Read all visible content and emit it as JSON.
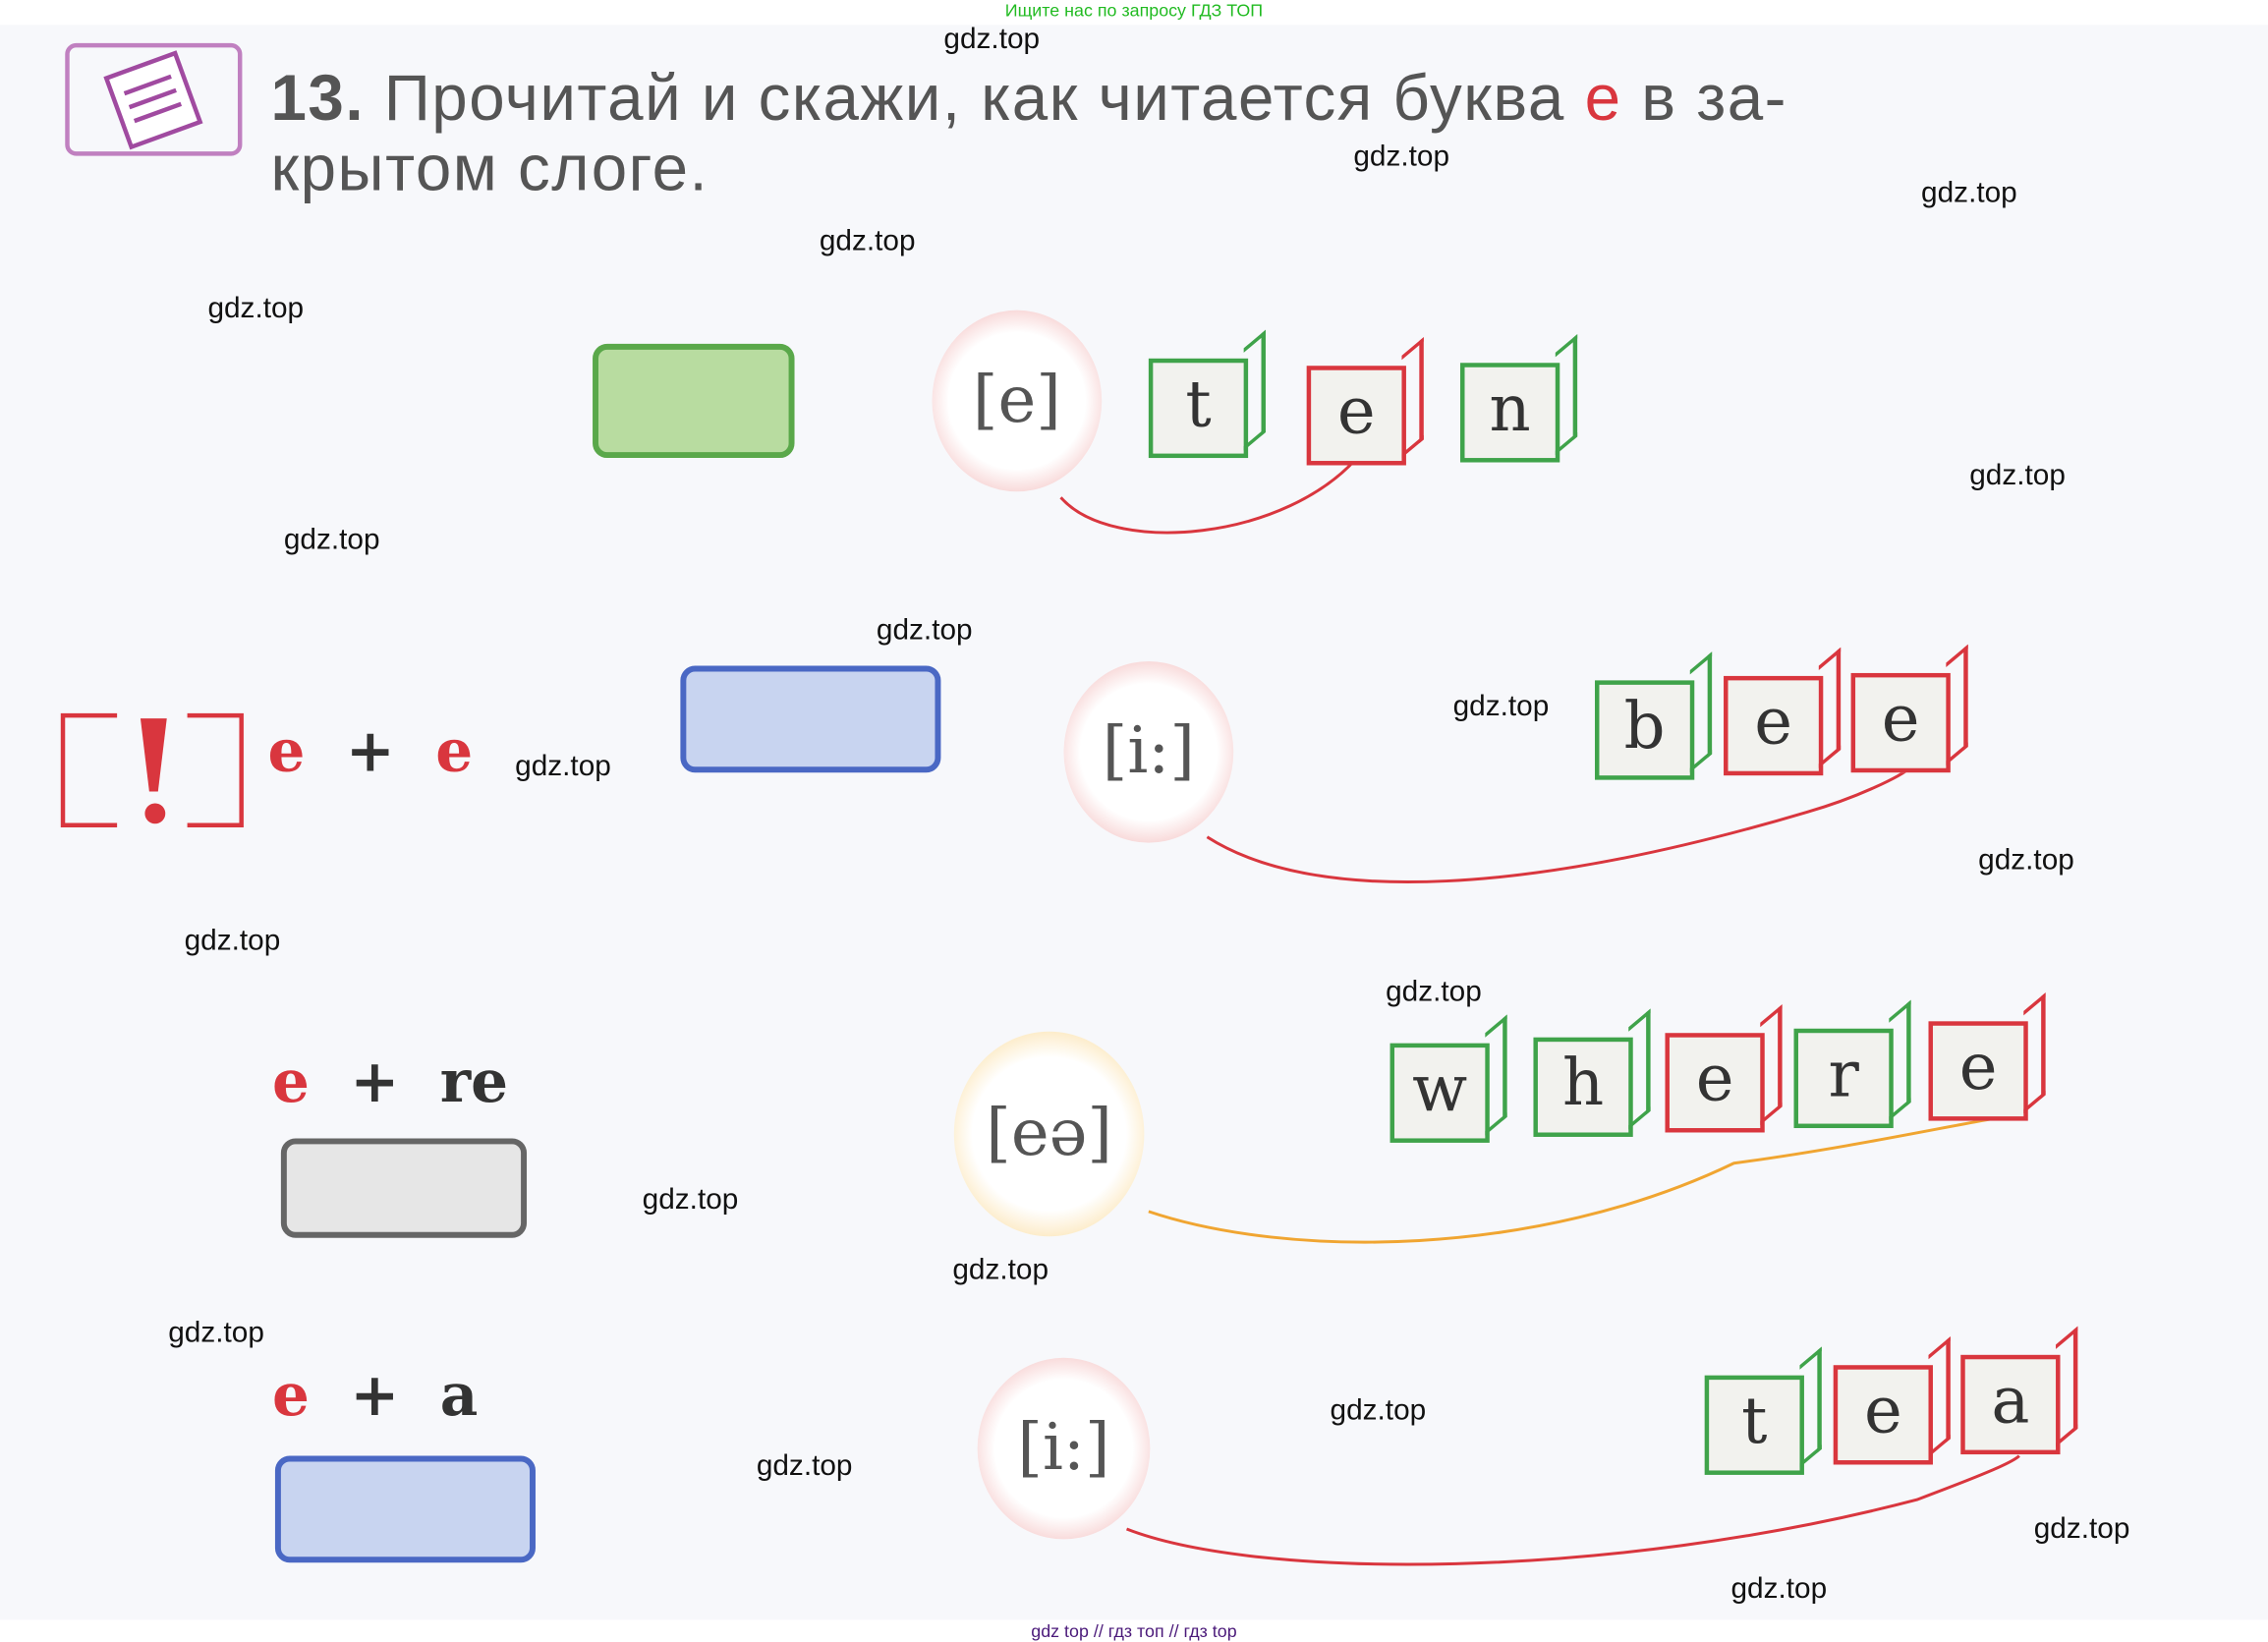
{
  "banner": "Ищите нас по запросу ГДЗ ТОП",
  "footer": "gdz top  //  гдз топ  //  гдз top",
  "exercise": {
    "number": "13.",
    "title_part1": "Прочитай и скажи, как читается буква",
    "letter": "е",
    "title_part2": "в за-",
    "title_line2": "крытом слоге."
  },
  "rows": [
    {
      "sound": "[e]",
      "letters": [
        "t",
        "e",
        "n"
      ],
      "formula": null
    },
    {
      "sound": "[i:]",
      "letters": [
        "b",
        "e",
        "e"
      ],
      "formula": {
        "a": "e",
        "plus": "+",
        "b": "e"
      }
    },
    {
      "sound": "[eə]",
      "letters": [
        "w",
        "h",
        "e",
        "r",
        "e"
      ],
      "formula": {
        "a": "e",
        "plus": "+",
        "b": "re"
      }
    },
    {
      "sound": "[i:]",
      "letters": [
        "t",
        "e",
        "a"
      ],
      "formula": {
        "a": "e",
        "plus": "+",
        "b": "a"
      }
    }
  ],
  "watermark": "gdz.top",
  "colors": {
    "red": "#d9363e",
    "green": "#3fa34a",
    "blue": "#4a68c4",
    "orange": "#f0a531"
  }
}
